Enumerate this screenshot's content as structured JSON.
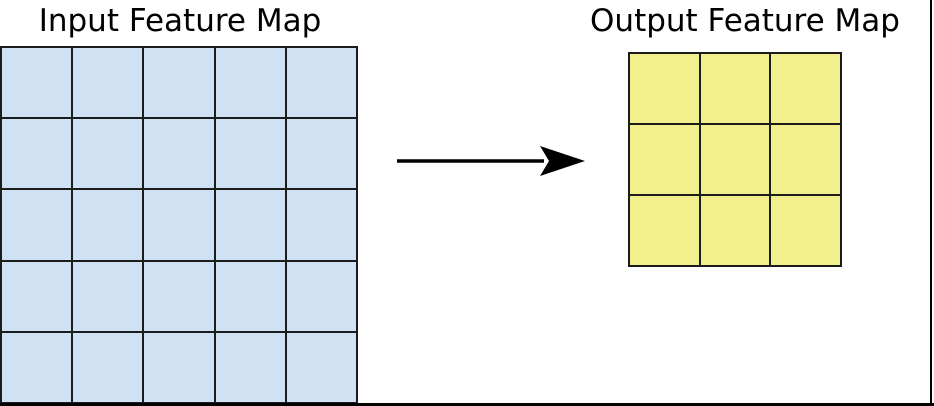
{
  "diagram": {
    "background": "#ffffff",
    "frame_color": "#000000",
    "input": {
      "title": "Input Feature Map",
      "grid": {
        "rows": 5,
        "cols": 5,
        "cell_color": "#cfe1f2",
        "border_color": "#1c1c1c"
      }
    },
    "arrow": {
      "icon": "right-arrow-icon",
      "color": "#000000"
    },
    "output": {
      "title": "Output Feature Map",
      "grid": {
        "rows": 3,
        "cols": 3,
        "cell_color": "#f2f08c",
        "border_color": "#1c1c1c"
      }
    }
  }
}
